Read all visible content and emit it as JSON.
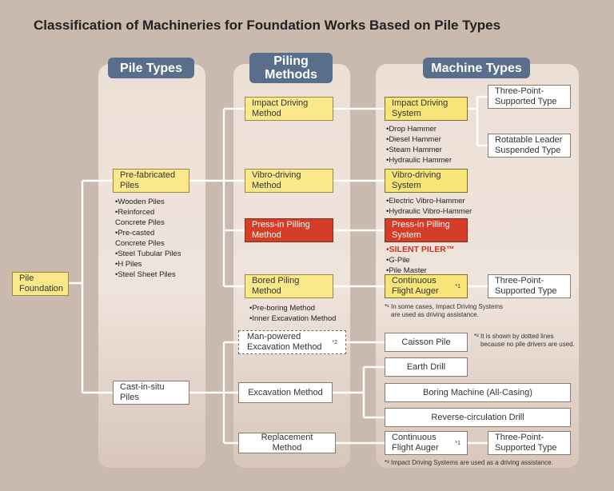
{
  "title": "Classification of Machineries for Foundation Works Based on Pile Types",
  "columns": {
    "pile_types": "Pile Types",
    "piling_methods": "Piling Methods",
    "machine_types": "Machine Types"
  },
  "pile_foundation": "Pile Foundation",
  "pile_types": {
    "prefab": "Pre-fabricated Piles",
    "prefab_list": [
      "•Wooden Piles",
      "•Reinforced Concrete Piles",
      "•Pre-casted Concrete Piles",
      "•Steel Tubular Piles",
      "•H Piles",
      "•Steel Sheet Piles"
    ],
    "cast": "Cast-in-situ Piles"
  },
  "methods": {
    "impact": "Impact Driving Method",
    "vibro": "Vibro-driving Method",
    "press": "Press-in Pilling Method",
    "bored": "Bored Piling Method",
    "bored_list": [
      "•Pre-boring Method",
      "•Inner Excavation Method"
    ],
    "manpowered": "Man-powered Excavation Method",
    "excavation": "Excavation Method",
    "replacement": "Replacement Method"
  },
  "machines": {
    "impact_sys": "Impact Driving System",
    "impact_list": [
      "•Drop Hammer",
      "•Diesel Hammer",
      "•Steam Hammer",
      "•Hydraulic Hammer"
    ],
    "three_point": "Three-Point-Supported Type",
    "rotatable": "Rotatable Leader Suspended Type",
    "vibro_sys": "Vibro-driving System",
    "vibro_list": [
      "•Electric Vibro-Hammer",
      "•Hydraulic Vibro-Hammer"
    ],
    "press_sys": "Press-in Pilling System",
    "silent": "•SILENT PILER™",
    "press_list": [
      "•G-Pile",
      "•Pile Master"
    ],
    "cfa": "Continuous Flight Auger",
    "three_point_2": "Three-Point-Supported Type",
    "note1": [
      "*¹ In some cases, Impact Driving Systems",
      "are used as driving assistance."
    ],
    "caisson": "Caisson Pile",
    "note2": [
      "*² It is shown by dotted lines",
      "because no pile drivers are used."
    ],
    "earth_drill": "Earth Drill",
    "boring": "Boring Machine (All-Casing)",
    "reverse": "Reverse-circulation Drill",
    "cfa_2": "Continuous Flight Auger",
    "three_point_3": "Three-Point-Supported Type",
    "note3": "*³ Impact Driving Systems are used as a driving assistance."
  },
  "colors": {
    "background": "#c9b9ae",
    "header": "#586e8a",
    "highlight_yellow": "#fbe88a",
    "highlight_red": "#d53d27",
    "line": "#ffffff"
  }
}
